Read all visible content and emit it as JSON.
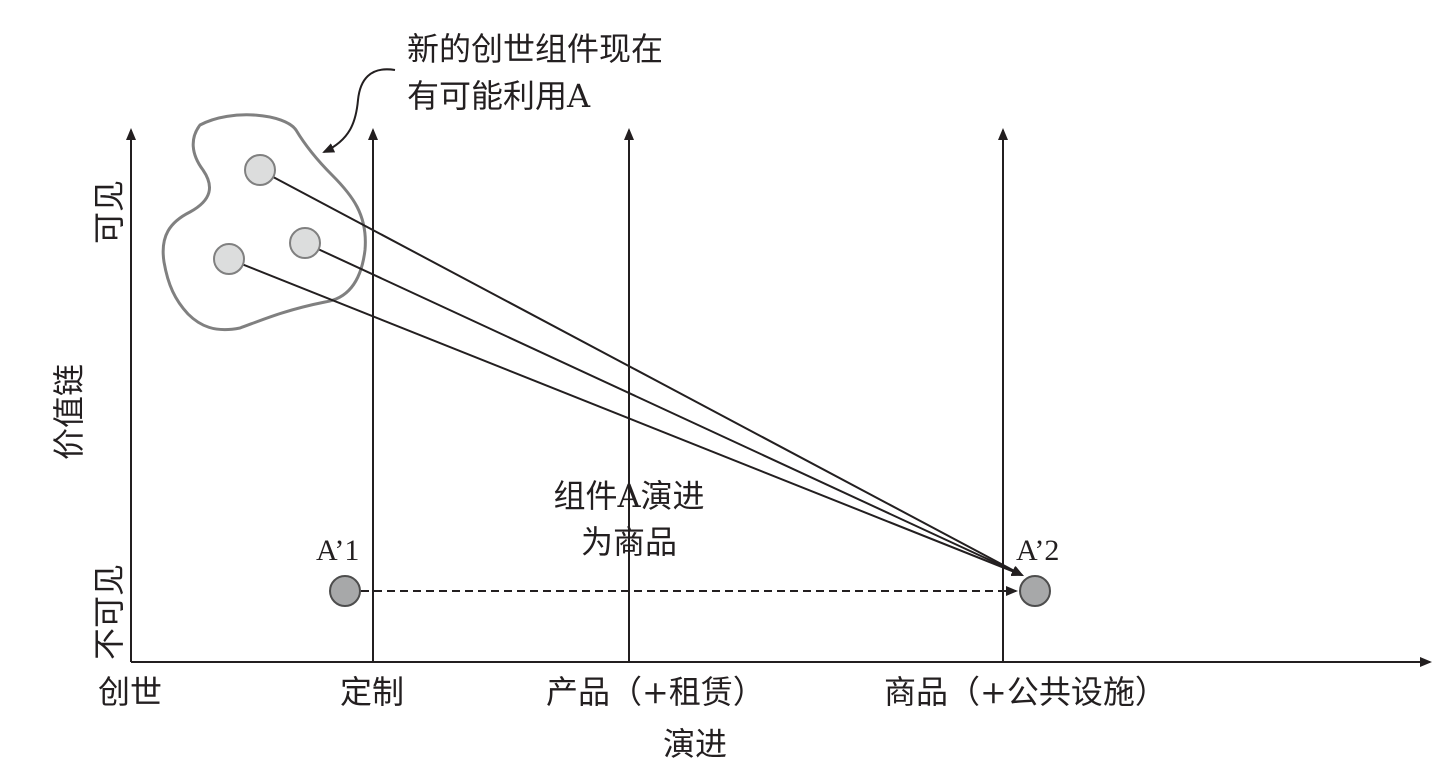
{
  "y_axis": {
    "title": "价值链",
    "top_label": "可见",
    "bottom_label": "不可见"
  },
  "x_axis": {
    "title": "演进",
    "stages": [
      "创世",
      "定制",
      "产品（+租赁）",
      "商品（+公共设施）"
    ]
  },
  "annotations": {
    "cluster_note_line1": "新的创世组件现在",
    "cluster_note_line2": "有可能利用A",
    "evolution_note_line1": "组件A演进",
    "evolution_note_line2": "为商品"
  },
  "nodes": {
    "a1_label": "A’1",
    "a2_label": "A’2"
  },
  "colors": {
    "line": "#231f20",
    "genesis_node_fill": "#dcdddd",
    "component_node_fill": "#a7a8a9",
    "cluster_outline": "#808080"
  }
}
